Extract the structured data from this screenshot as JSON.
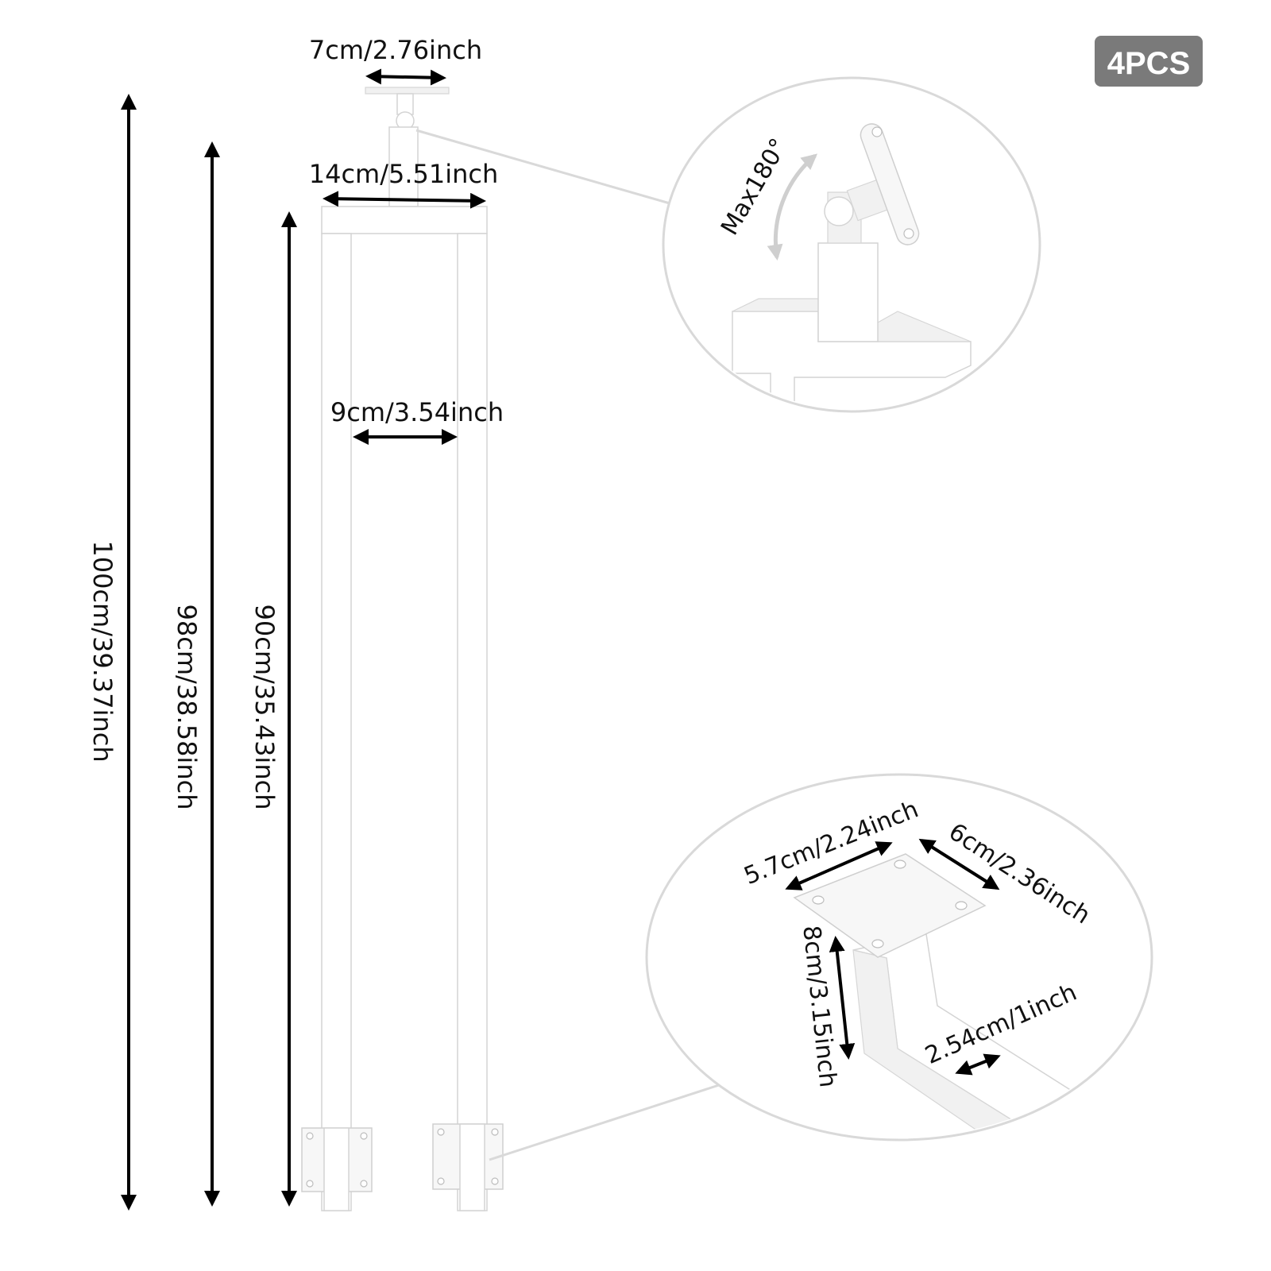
{
  "badge": {
    "label": "4PCS",
    "color": "#7a7a7a"
  },
  "dimensions": {
    "total_height": "100cm/39.37inch",
    "middle_height": "98cm/38.58inch",
    "frame_height": "90cm/35.43inch",
    "top_plate_width": "7cm/2.76inch",
    "frame_width": "14cm/5.51inch",
    "inner_gap": "9cm/3.54inch"
  },
  "top_detail": {
    "rotation_label": "Max180°"
  },
  "bottom_detail": {
    "plate_length": "5.7cm/2.24inch",
    "plate_width": "6cm/2.36inch",
    "bracket_height": "8cm/3.15inch",
    "tube_width": "2.54cm/1inch"
  },
  "colors": {
    "product": "#ffffff",
    "outline": "#d4d4d4",
    "arrow": "#000000",
    "callout_ring": "#d9d9d9"
  }
}
